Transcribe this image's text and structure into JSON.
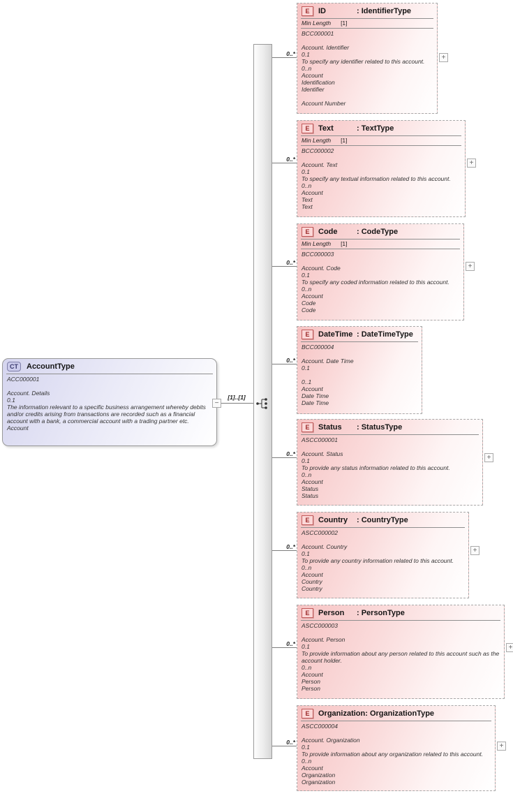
{
  "root_box": {
    "badge": "CT",
    "name": "AccountType",
    "collapse_glyph": "−",
    "body_lines": [
      "ACC000001",
      "",
      "Account. Details",
      "0.1",
      "The information relevant to a specific business arrangement whereby debits and/or credits arising from transactions are recorded such as a financial account with a bank, a commercial account with a trading partner etc.",
      "Account"
    ]
  },
  "link": {
    "cardinality": "[1]..[1]",
    "compositor": "sequence"
  },
  "colors": {
    "element_fill": "#f6c3c3",
    "root_fill": "#d5d5ef",
    "badge_border": "#c25b5b",
    "dashed_border": "#a8a8a8"
  },
  "elements": [
    {
      "badge": "E",
      "name": "ID",
      "type_label": ": IdentifierType",
      "occurrence": "0..*",
      "facet": {
        "label": "Min Length",
        "value": "[1]"
      },
      "expand_glyph": "+",
      "body_lines": [
        "BCC000001",
        "",
        "Account. Identifier",
        "0.1",
        "To specify any identifier related to this account.",
        "0..n",
        "Account",
        "Identification",
        "Identifier",
        "",
        "Account Number"
      ]
    },
    {
      "badge": "E",
      "name": "Text",
      "type_label": ": TextType",
      "occurrence": "0..*",
      "facet": {
        "label": "Min Length",
        "value": "[1]"
      },
      "expand_glyph": "+",
      "body_lines": [
        "BCC000002",
        "",
        "Account. Text",
        "0.1",
        "To specify any textual information related to this account.",
        "0..n",
        "Account",
        "Text",
        "Text"
      ]
    },
    {
      "badge": "E",
      "name": "Code",
      "type_label": ": CodeType",
      "occurrence": "0..*",
      "facet": {
        "label": "Min Length",
        "value": "[1]"
      },
      "expand_glyph": "+",
      "body_lines": [
        "BCC000003",
        "",
        "Account. Code",
        "0.1",
        "To specify any coded information related to this account.",
        "0..n",
        "Account",
        "Code",
        "Code"
      ]
    },
    {
      "badge": "E",
      "name": "DateTime",
      "type_label": ": DateTimeType",
      "occurrence": "0..*",
      "body_lines": [
        "BCC000004",
        "",
        "Account. Date Time",
        "0.1",
        "",
        "0..1",
        "Account",
        "Date Time",
        "Date Time"
      ]
    },
    {
      "badge": "E",
      "name": "Status",
      "type_label": ": StatusType",
      "occurrence": "0..*",
      "expand_glyph": "+",
      "body_lines": [
        "ASCC000001",
        "",
        "Account. Status",
        "0.1",
        "To provide any status information related to this account.",
        "0..n",
        "Account",
        "Status",
        "Status"
      ]
    },
    {
      "badge": "E",
      "name": "Country",
      "type_label": ": CountryType",
      "occurrence": "0..*",
      "expand_glyph": "+",
      "body_lines": [
        "ASCC000002",
        "",
        "Account. Country",
        "0.1",
        "To provide any country information related to this account.",
        "0..n",
        "Account",
        "Country",
        "Country"
      ]
    },
    {
      "badge": "E",
      "name": "Person",
      "type_label": ": PersonType",
      "occurrence": "0..*",
      "expand_glyph": "+",
      "body_lines": [
        "ASCC000003",
        "",
        "Account. Person",
        "0.1",
        "To provide information about any person related to this account such as the account holder.",
        "0..n",
        "Account",
        "Person",
        "Person"
      ]
    },
    {
      "badge": "E",
      "name": "Organization",
      "type_label": ": OrganizationType",
      "occurrence": "0..*",
      "expand_glyph": "+",
      "body_lines": [
        "ASCC000004",
        "",
        "Account. Organization",
        "0.1",
        "To provide information about any organization related to this account.",
        "0..n",
        "Account",
        "Organization",
        "Organization"
      ]
    }
  ]
}
